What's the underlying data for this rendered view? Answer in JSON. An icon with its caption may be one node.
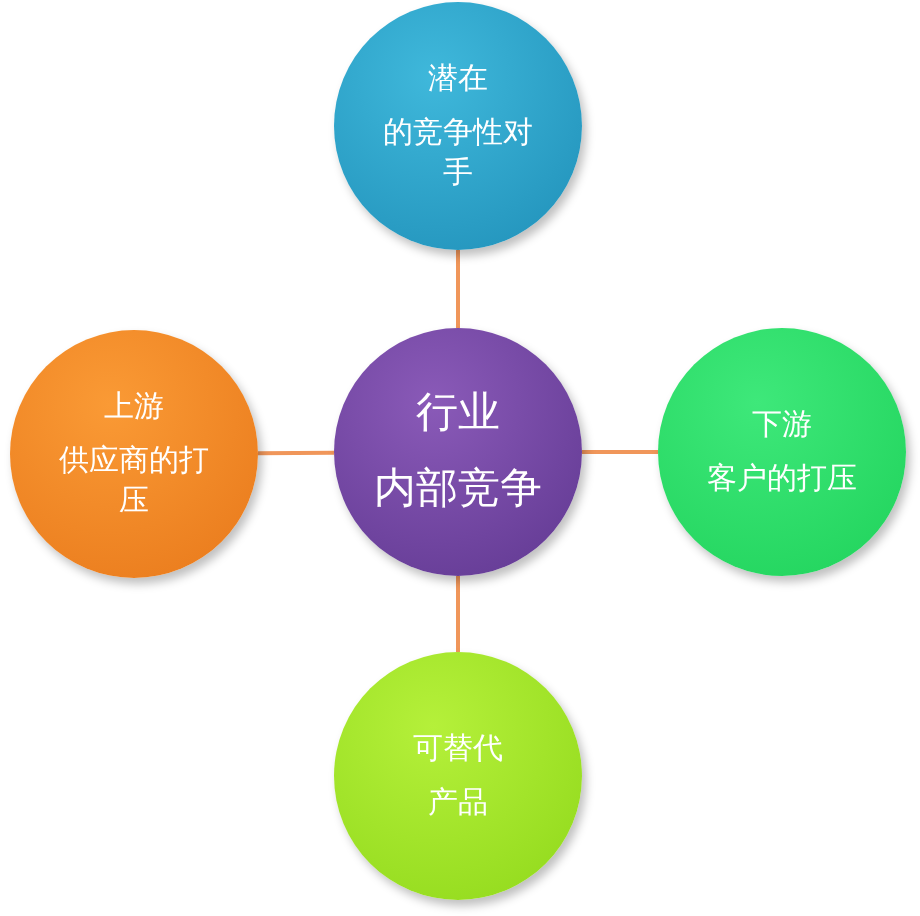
{
  "diagram": {
    "nodes": [
      {
        "text": [
          "潜在",
          "的竞争性对手"
        ]
      },
      {
        "text": [
          "上游",
          "供应商的打压"
        ]
      },
      {
        "text": [
          "行业",
          "内部竞争"
        ]
      },
      {
        "text": [
          "下游",
          "客户的打压"
        ]
      },
      {
        "text": [
          "可替代",
          "产品"
        ]
      }
    ],
    "edges": [
      {
        "from": 2,
        "to": 0,
        "arrow": "none"
      },
      {
        "from": 2,
        "to": 1,
        "arrow": "none"
      },
      {
        "from": 2,
        "to": 3,
        "arrow": "none"
      },
      {
        "from": 2,
        "to": 4,
        "arrow": "none"
      }
    ]
  }
}
